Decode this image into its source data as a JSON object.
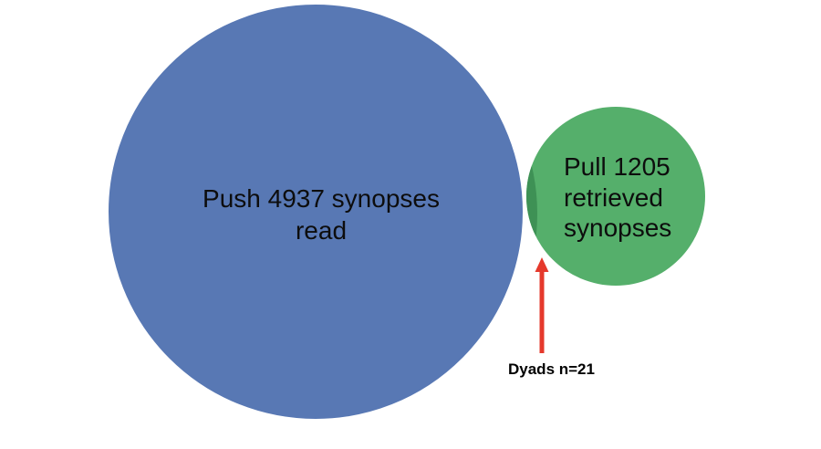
{
  "figure": {
    "background_color": "#FFFFFF",
    "push": {
      "label": "Push 4937 synopses read",
      "lines": [
        "Push 4937 synopses",
        "read"
      ],
      "value": 4937,
      "color": "#5878B4"
    },
    "pull": {
      "label": "Pull 1205 retrieved synopses",
      "lines": [
        "Pull 1205",
        "retrieved",
        "synopses"
      ],
      "value": 1205,
      "color": "#55AF6B",
      "shade_color": "#3E9155",
      "rim_color": "#FFFFFF"
    },
    "dyads": {
      "label": "Dyads n=21",
      "value": 21,
      "arrow_color": "#E5392C",
      "text_color": "#000000"
    }
  },
  "chart_data": {
    "type": "venn",
    "title": "",
    "legend_position": "none",
    "sets": [
      {
        "name": "Push",
        "label": "Push 4937 synopses read",
        "value": 4937,
        "color": "#5878B4"
      },
      {
        "name": "Pull",
        "label": "Pull 1205 retrieved synopses",
        "value": 1205,
        "color": "#55AF6B"
      }
    ],
    "intersections": [
      {
        "sets": [
          "Push",
          "Pull"
        ],
        "label": "Dyads n=21",
        "value": 21
      }
    ]
  }
}
